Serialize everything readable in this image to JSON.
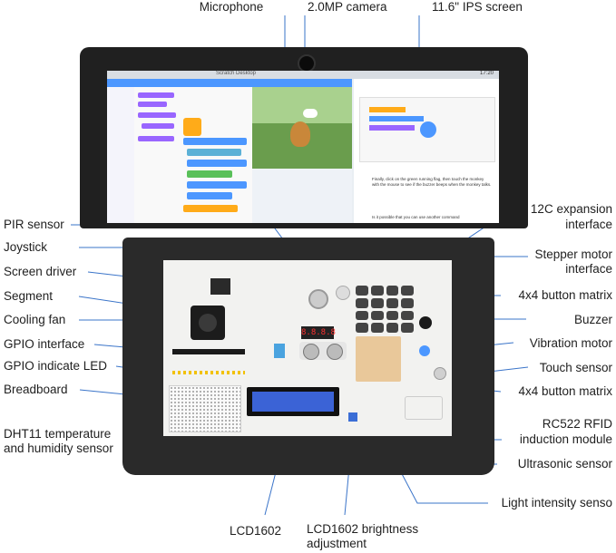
{
  "labels": {
    "microphone": "Microphone",
    "camera": "2.0MP camera",
    "screen": "11.6\" IPS screen",
    "pir": "PIR sensor",
    "joystick": "Joystick",
    "screen_driver": "Screen driver",
    "segment": "Segment",
    "cooling_fan": "Cooling fan",
    "gpio_interface": "GPIO interface",
    "gpio_led": "GPIO indicate LED",
    "breadboard": "Breadboard",
    "dht11_line1": "DHT11 temperature",
    "dht11_line2": "and humidity sensor",
    "i2c_line1": "12C expansion",
    "i2c_line2": "interface",
    "stepper_line1": "Stepper motor",
    "stepper_line2": "interface",
    "button_matrix_top": "4x4 button matrix",
    "buzzer": "Buzzer",
    "vibration": "Vibration motor",
    "touch": "Touch sensor",
    "button_matrix_bottom": "4x4 button matrix",
    "rfid_line1": "RC522 RFID",
    "rfid_line2": "induction module",
    "ultrasonic": "Ultrasonic sensor",
    "light": "Light intensity senso",
    "lcd": "LCD1602",
    "lcd_bright_line1": "LCD1602 brightness",
    "lcd_bright_line2": "adjustment"
  },
  "screen_ui": {
    "window_title": "Scratch Desktop",
    "chat_text_1": "Finally, click on the green running flag, then touch the monkey with the mouse to see if the buzzer beeps when the monkey talks.",
    "chat_text_2": "Is it possible that you can use another command",
    "status_clock": "17:20"
  },
  "colors": {
    "leader_line": "#3a74c9",
    "device_body": "#2a2a2a",
    "board": "#f2f2f0",
    "scratch_purple": "#9966ff",
    "scratch_blue": "#4c97ff",
    "scratch_orange": "#ffab19"
  }
}
